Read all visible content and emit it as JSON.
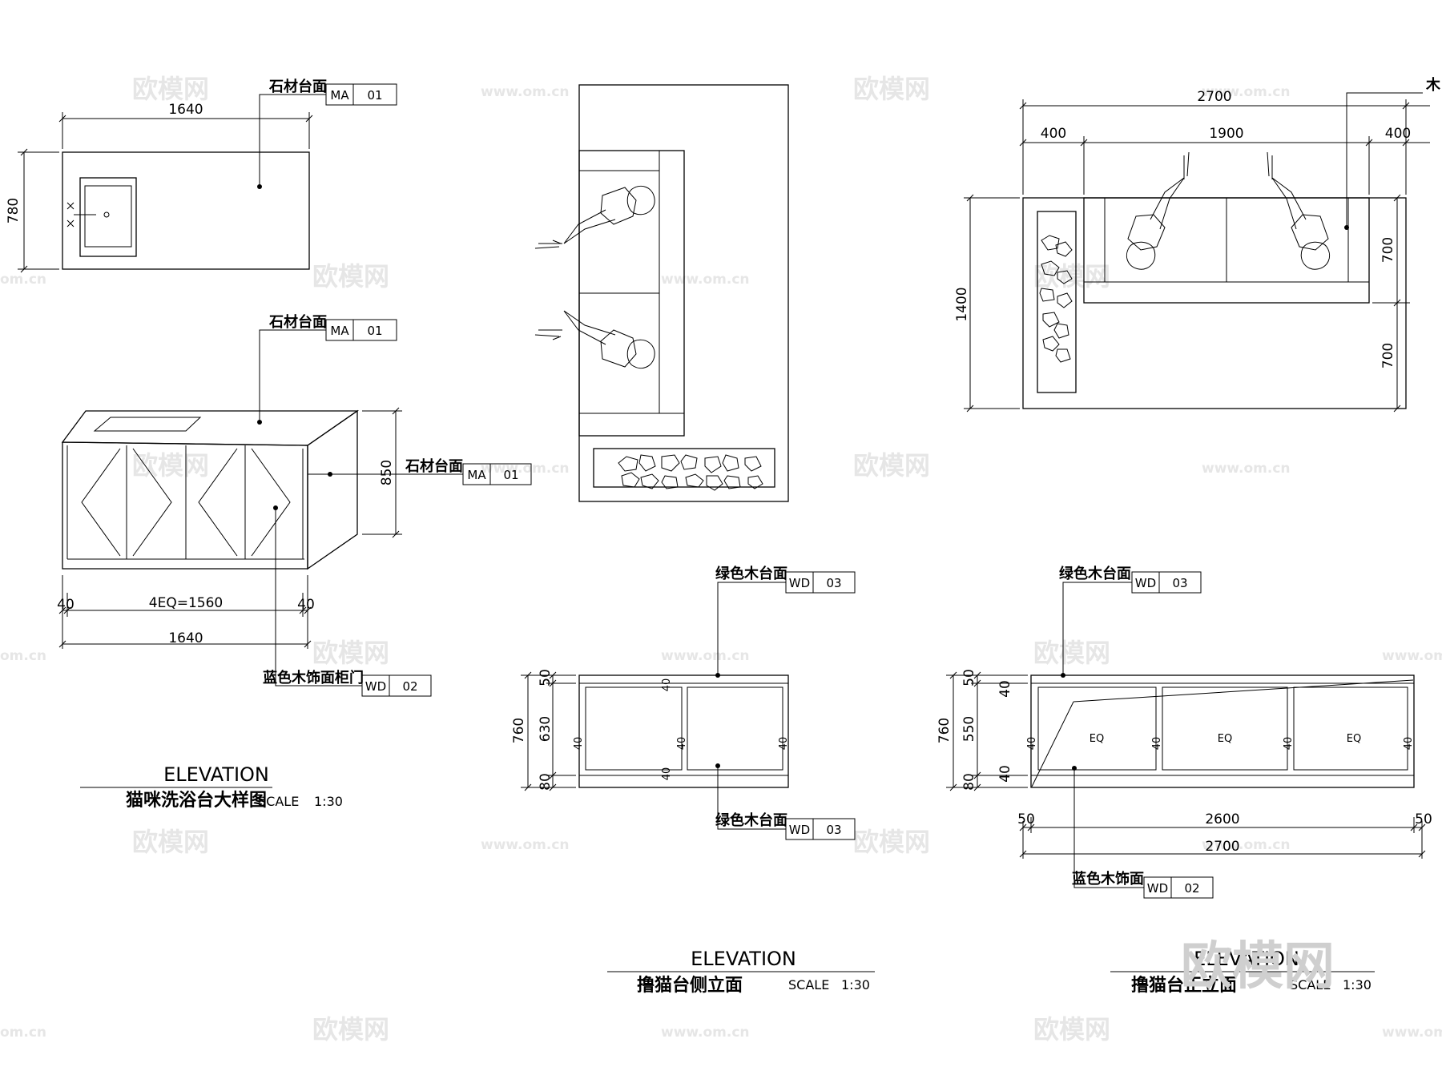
{
  "watermark": {
    "brand": "欧模网",
    "url": "www.om.cn",
    "url_short": "om.cn",
    "big": "欧模网"
  },
  "materials": {
    "stone_top": {
      "label": "石材台面",
      "code": "MA",
      "num": "01"
    },
    "blue_door": {
      "label": "蓝色木饰面柜门",
      "code": "WD",
      "num": "02"
    },
    "green_top": {
      "label": "绿色木台面",
      "code": "WD",
      "num": "03"
    },
    "blue_panel": {
      "label": "蓝色木饰面",
      "code": "WD",
      "num": "02"
    },
    "wood_cut": {
      "label": "木"
    }
  },
  "dims": {
    "basin_plan_w": "1640",
    "basin_plan_h": "780",
    "basin_elev_h": "850",
    "basin_eq": "4EQ=1560",
    "basin_side": "40",
    "basin_total": "1640",
    "sofa_total": "2700",
    "sofa_left": "400",
    "sofa_mid": "1900",
    "sofa_right": "400",
    "sofa_depth": "1400",
    "sofa_d1": "700",
    "sofa_d2": "700",
    "side_top": "50",
    "side_h": "630",
    "side_bot": "80",
    "side_total": "760",
    "side_inner": "40",
    "front_top": "50",
    "front_h": "550",
    "front_bot": "80",
    "front_total": "760",
    "front_inner": "40",
    "front_eq": "EQ",
    "front_end": "50",
    "front_mid": "2600",
    "front_sum": "2700"
  },
  "titles": {
    "basin": {
      "en": "ELEVATION",
      "cn": "猫咪洗浴台大样图",
      "scale": "SCALE",
      "ratio": "1:30"
    },
    "side": {
      "en": "ELEVATION",
      "cn": "撸猫台侧立面",
      "scale": "SCALE",
      "ratio": "1:30"
    },
    "front": {
      "en": "ELEVATION",
      "cn": "撸猫台正立面",
      "scale": "SCALE",
      "ratio": "1:30"
    }
  }
}
